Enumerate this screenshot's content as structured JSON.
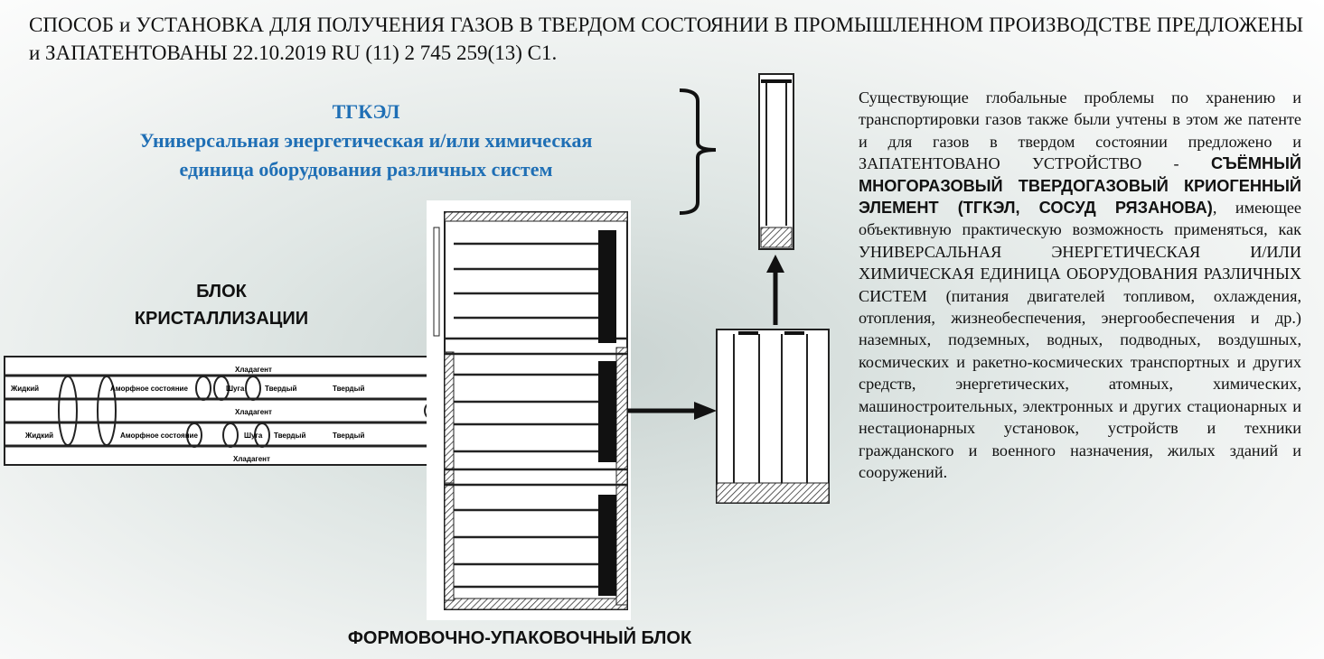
{
  "title": "СПОСОБ и УСТАНОВКА ДЛЯ ПОЛУЧЕНИЯ ГАЗОВ В ТВЕРДОМ СОСТОЯНИИ В ПРОМЫШЛЕННОМ ПРОИЗВОДСТВЕ ПРЕДЛОЖЕНЫ и ЗАПАТЕНТОВАНЫ 22.10.2019 RU (11) 2 745 259(13) C1.",
  "tgkel_heading": {
    "abbr": "ТГКЭЛ",
    "line1": "Универсальная энергетическая и/или химическая",
    "line2": "единица оборудования различных систем"
  },
  "description": {
    "part1": "Существующие глобальные проблемы по хранению и транспортировки газов также были учтены в этом же патенте  и для газов в твердом состоянии предложено и ЗАПАТЕНТОВАНО УСТРОЙСТВО - ",
    "bold": "СЪЁМНЫЙ МНОГОРАЗОВЫЙ ТВЕРДОГАЗОВЫЙ КРИОГЕННЫЙ ЭЛЕМЕНТ (ТГКЭЛ, СОСУД РЯЗАНОВА)",
    "part2": ", имеющее  объективную практическую возможность применяться, как УНИВЕРСАЛЬНАЯ ЭНЕРГЕТИЧЕСКАЯ И/ИЛИ ХИМИЧЕСКАЯ ЕДИНИЦА ОБОРУДОВАНИЯ РАЗЛИЧНЫХ СИСТЕМ (питания двигателей топливом, охлаждения, отопления, жизнеобеспечения, энергообеспечения  и др.) наземных, подземных, водных, подводных, воздушных, космических и ракетно-космических транспортных и других средств, энергетических, атомных, химических, машиностроительных, электронных и других стационарных и нестационарных установок, устройств и техники гражданского и военного назначения, жилых зданий и сооружений."
  },
  "labels": {
    "crystallization_line1": "БЛОК",
    "crystallization_line2": "КРИСТАЛЛИЗАЦИИ",
    "forming_block": "ФОРМОВОЧНО-УПАКОВОЧНЫЙ БЛОК"
  },
  "pipe_labels": {
    "coolant": "Хладагент",
    "liquid": "Жидкий",
    "amorphous": "Аморфное состояние",
    "slush": "Шуга",
    "solid": "Твердый"
  }
}
